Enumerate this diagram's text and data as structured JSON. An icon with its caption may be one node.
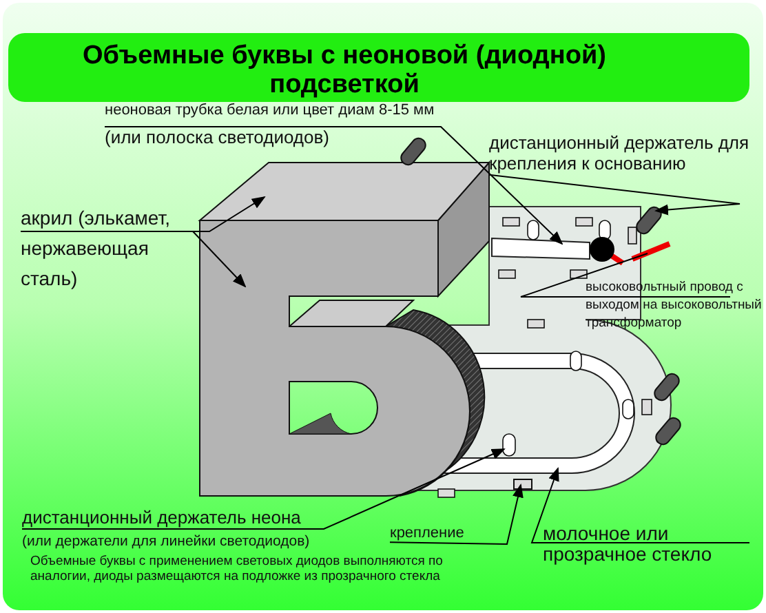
{
  "diagram": {
    "title": "Объемные буквы с неоновой (диодной) подсветкой",
    "nodes": [
      {
        "text": [
          "неоновая трубка белая или цвет диам 8-15 мм",
          "(или полоска светодиодов)"
        ]
      },
      {
        "text": [],
        "shape": "bar",
        "in": 14
      },
      {
        "text": [
          "дистанционный держатель для крепления к основанию"
        ]
      },
      {
        "text": [],
        "shape": "cylinder"
      },
      {
        "text": [
          "акрил (элькамет, нержавеющая сталь)"
        ]
      },
      {
        "text": [],
        "shape": "box"
      },
      {
        "text": [],
        "shape": "box"
      },
      {
        "text": [
          "высоковольтный провод с выходом на высоковольтный трансформатор"
        ]
      },
      {
        "text": [],
        "shape": "bar",
        "in": 14
      },
      {
        "text": [
          "дистанционный держатель неона",
          "(или держатели для линейки светодиодов)"
        ]
      },
      {
        "text": [],
        "shape": "cylinder",
        "in": 14
      },
      {
        "text": [
          "крепление"
        ]
      },
      {
        "text": [],
        "shape": "box",
        "in": 14
      },
      {
        "text": [
          "молочное или прозрачное стекло"
        ]
      },
      {
        "text": [],
        "shape": "plate"
      },
      {
        "text": [],
        "shape": "cylinder"
      },
      {
        "text": [],
        "shape": "cylinder"
      }
    ],
    "edges": [
      {
        "from": 0,
        "to": 1,
        "arrow": "to"
      },
      {
        "from": 2,
        "to": 3,
        "arrow": "to"
      },
      {
        "from": 4,
        "to": 5,
        "arrow": "to"
      },
      {
        "from": 4,
        "to": 6,
        "arrow": "to"
      },
      {
        "from": 7,
        "to": 8,
        "arrow": "none"
      },
      {
        "from": 9,
        "to": 10,
        "arrow": "to"
      },
      {
        "from": 11,
        "to": 12,
        "arrow": "to"
      },
      {
        "from": 13,
        "to": 14,
        "arrow": "to"
      }
    ],
    "labels": [
      "Объемные буквы с применением световых диодов выполняются по аналогии, диоды размещаются на подложке из прозрачного стекла"
    ]
  }
}
